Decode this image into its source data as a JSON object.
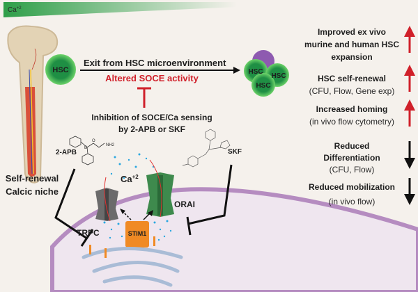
{
  "gradient_label": "Ca",
  "gradient_label_sup": "+2",
  "hsc_label": "HSC",
  "cluster_labels": [
    "HSC",
    "HSC",
    "HSC"
  ],
  "exit_text": "Exit from HSC microenvironment",
  "altered_text": "Altered SOCE activity",
  "inhibition_line1": "Inhibition of SOCE/Ca sensing",
  "inhibition_line2": "by 2-APB or SKF",
  "apb_label": "2-APB",
  "apb_nh2": "NH2",
  "apb_b": "B",
  "apb_o": "O",
  "skf_label": "SKF",
  "niche_line1": "Self-renewal",
  "niche_line2": "Calcic niche",
  "ca_label": "Ca",
  "ca_sup": "+2",
  "trpc_label": "TRPC",
  "orai_label": "ORAI",
  "stim1_label": "STIM1",
  "outcomes": [
    {
      "lines": [
        "Improved ex vivo",
        "murine and human HSC",
        "expansion"
      ],
      "sub": "",
      "direction": "up"
    },
    {
      "lines": [
        "HSC self-renewal"
      ],
      "sub": "(CFU, Flow, Gene exp)",
      "direction": "up"
    },
    {
      "lines": [
        "Increased homing"
      ],
      "sub": "(in vivo flow cytometry)",
      "direction": "up"
    },
    {
      "lines": [
        "Reduced",
        "Differentiation"
      ],
      "sub": "(CFU, Flow)",
      "direction": "down"
    },
    {
      "lines": [
        "Reduced mobilization"
      ],
      "sub": "(in vivo flow)",
      "direction": "down"
    }
  ],
  "colors": {
    "up": "#d0202a",
    "down": "#111111",
    "green": "#2e9e48",
    "membrane": "#b58cc0",
    "stim": "#f08a24"
  }
}
